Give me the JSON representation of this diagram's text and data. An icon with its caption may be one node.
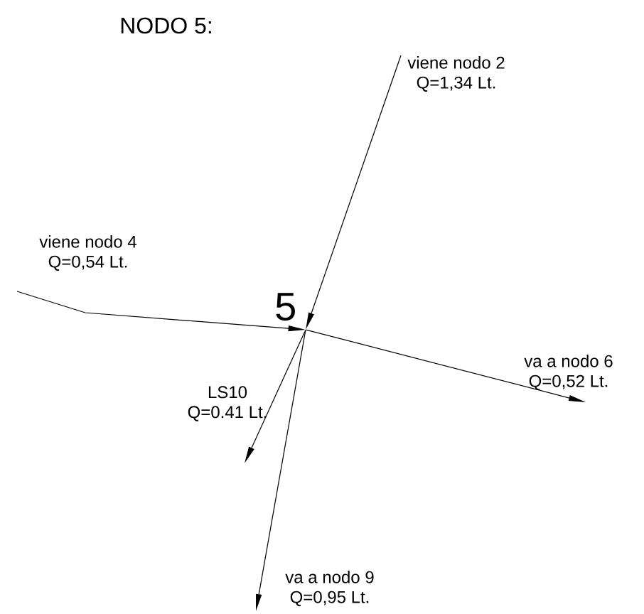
{
  "diagram": {
    "title": "NODO 5:",
    "nodes": [
      {
        "text": [
          "5"
        ]
      },
      {
        "text": [
          "viene nodo 2",
          "Q=1,34 Lt."
        ]
      },
      {
        "text": [
          "viene nodo 4",
          "Q=0,54 Lt."
        ]
      },
      {
        "text": [
          "va a nodo 6",
          "Q=0,52 Lt."
        ]
      },
      {
        "text": [
          "LS10",
          "Q=0.41 Lt."
        ]
      },
      {
        "text": [
          "va a nodo 9",
          "Q=0,95 Lt."
        ]
      }
    ],
    "edges": [
      {
        "from": 1,
        "to": 0,
        "arrow": "to"
      },
      {
        "from": 2,
        "to": 0,
        "arrow": "to"
      },
      {
        "from": 0,
        "to": 3,
        "arrow": "to"
      },
      {
        "from": 0,
        "to": 4,
        "arrow": "to"
      },
      {
        "from": 0,
        "to": 5,
        "arrow": "to"
      }
    ]
  }
}
